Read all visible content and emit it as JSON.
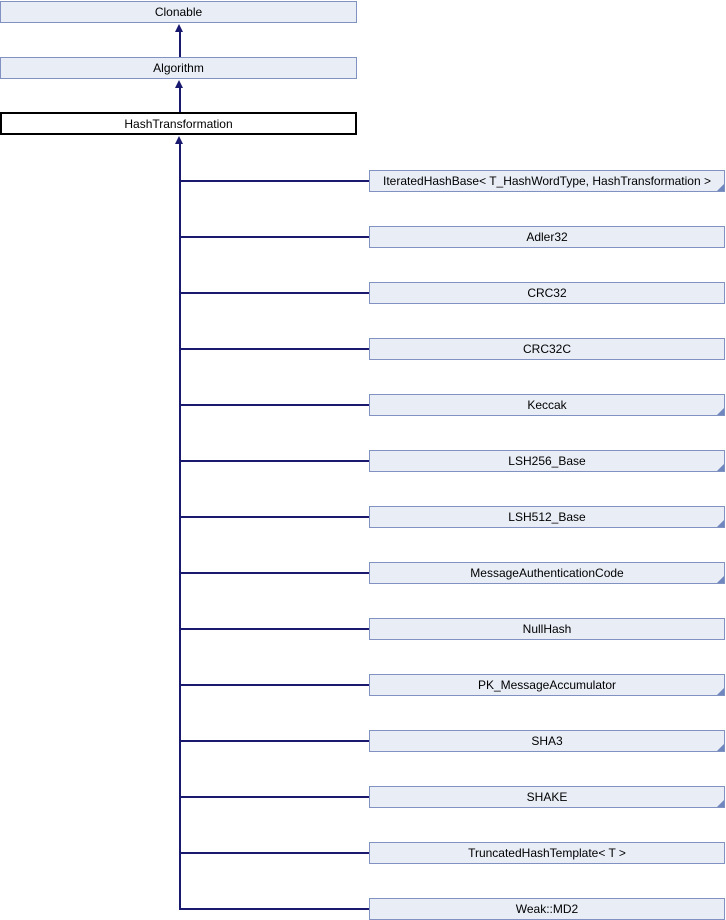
{
  "colors": {
    "node_fill": "#E8EDF6",
    "node_border": "#8191C1",
    "fold": "#6F86BF",
    "current_fill": "#FFFFFF",
    "current_border": "#000000",
    "edge": "#191970",
    "text": "#000000"
  },
  "ancestors": [
    {
      "label": "Clonable"
    },
    {
      "label": "Algorithm"
    }
  ],
  "current": {
    "label": "HashTransformation"
  },
  "children": [
    {
      "label": "IteratedHashBase< T_HashWordType, HashTransformation >",
      "truncated": true
    },
    {
      "label": "Adler32",
      "truncated": false
    },
    {
      "label": "CRC32",
      "truncated": false
    },
    {
      "label": "CRC32C",
      "truncated": false
    },
    {
      "label": "Keccak",
      "truncated": true
    },
    {
      "label": "LSH256_Base",
      "truncated": true
    },
    {
      "label": "LSH512_Base",
      "truncated": true
    },
    {
      "label": "MessageAuthenticationCode",
      "truncated": true
    },
    {
      "label": "NullHash",
      "truncated": false
    },
    {
      "label": "PK_MessageAccumulator",
      "truncated": true
    },
    {
      "label": "SHA3",
      "truncated": true
    },
    {
      "label": "SHAKE",
      "truncated": true
    },
    {
      "label": "TruncatedHashTemplate< T >",
      "truncated": false
    },
    {
      "label": "Weak::MD2",
      "truncated": false
    }
  ]
}
